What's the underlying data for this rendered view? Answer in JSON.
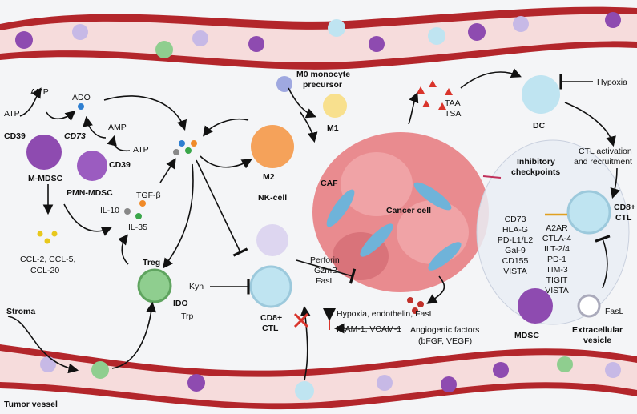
{
  "labels": {
    "atp_left": "ATP",
    "amp_left": "AMP",
    "ado": "ADO",
    "cd39_left": "CD39",
    "cd73": "CD73",
    "amp_mid": "AMP",
    "atp_mid": "ATP",
    "cd39_mid": "CD39",
    "m_mdsc": "M-MDSC",
    "pmn_mdsc": "PMN-MDSC",
    "tgf": "TGF-β",
    "il10": "IL-10",
    "il35": "IL-35",
    "ccl_line1": "CCL-2, CCL-5,",
    "ccl_line2": "CCL-20",
    "treg": "Treg",
    "ido": "IDO",
    "kyn": "Kyn",
    "trp": "Trp",
    "stroma": "Stroma",
    "tumor_vessel": "Tumor vessel",
    "m0_line1": "M0 monocyte",
    "m0_line2": "precursor",
    "m1": "M1",
    "m2": "M2",
    "taa": "TAA",
    "tsa": "TSA",
    "dc": "DC",
    "hypoxia_top": "Hypoxia",
    "ctl_act_line1": "CTL activation",
    "ctl_act_line2": "and recruitment",
    "caf": "CAF",
    "cancer_cell": "Cancer cell",
    "nk_cell": "NK-cell",
    "perforin": "Perforin",
    "gzmb": "GzmB",
    "fasl_mid": "FasL",
    "cd8_mid_line1": "CD8+",
    "cd8_mid_line2": "CTL",
    "hypoxia_endothelin": "Hypoxia, endothelin, FasL",
    "icam": "ICAM-1, VCAM-1",
    "angio_line1": "Angiogenic factors",
    "angio_line2": "(bFGF, VEGF)",
    "checkpoints_line1": "Inhibitory",
    "checkpoints_line2": "checkpoints",
    "cd8_right_line1": "CD8+",
    "cd8_right_line2": "CTL",
    "mdsc": "MDSC",
    "fasl_ev": "FasL",
    "ev_line1": "Extracellular",
    "ev_line2": "vesicle"
  },
  "ligands": [
    "CD73",
    "HLA-G",
    "PD-L1/L2",
    "Gal-9",
    "CD155",
    "VISTA"
  ],
  "receptors": [
    "A2AR",
    "CTLA-4",
    "ILT-2/4",
    "PD-1",
    "TIM-3",
    "TIGIT",
    "VISTA"
  ],
  "colors": {
    "vessel_wall": "#b3262b",
    "vessel_lumen": "#f6dcdc",
    "mdsc": "#8e4bb0",
    "cancer": "#e98b8f",
    "caf": "#6fb3d9",
    "ctl": "#bfe4f1",
    "treg": "#8fce8f",
    "macrophage": "#f5a25a",
    "m1": "#f8e08e",
    "dc": "#bfe4f1",
    "tumor_antigen": "#d9342b"
  }
}
